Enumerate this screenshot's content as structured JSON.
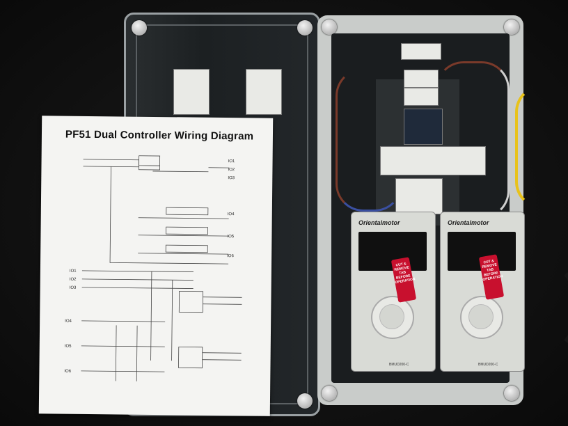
{
  "paper": {
    "title": "PF51 Dual Controller Wiring Diagram",
    "labels": [
      "IO1",
      "IO2",
      "IO3",
      "IO4",
      "IO5",
      "IO6",
      "IO1",
      "IO2",
      "IO3",
      "IO4",
      "IO5",
      "IO6"
    ]
  },
  "drives": [
    {
      "brand": "Orientalmotor",
      "model": "BMUD200-C",
      "tag": "CUT & REMOVE TAB BEFORE OPERATION"
    },
    {
      "brand": "Orientalmotor",
      "model": "BMUD200-C",
      "tag": "CUT & REMOVE TAB BEFORE OPERATION"
    }
  ],
  "colors": {
    "tag": "#c8102e",
    "cable_yellow": "#e8c21a",
    "enclosure": "#c9ccca"
  }
}
